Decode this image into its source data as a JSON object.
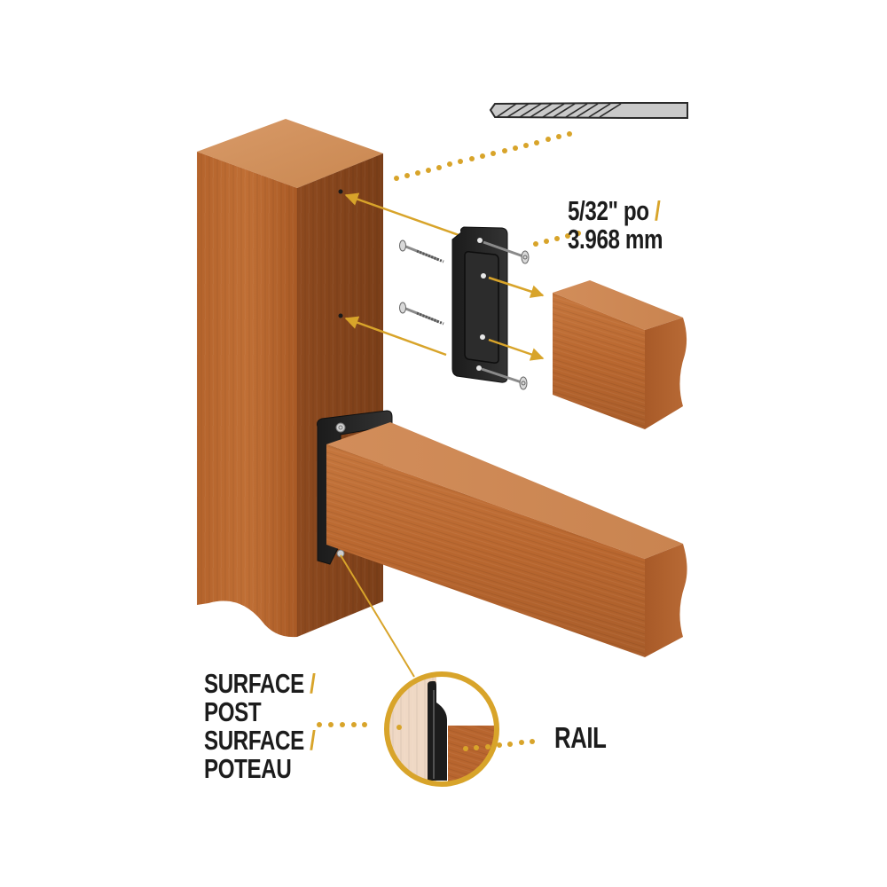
{
  "diagram": {
    "subject": "Rail-to-post surface mount bracket installation",
    "accent_color": "#d8a42a",
    "wood_color": "#b8652e",
    "bracket_color": "#262626",
    "components": [
      {
        "id": "drill-bit",
        "label": ""
      },
      {
        "id": "post",
        "label": ""
      },
      {
        "id": "bracket-exploded",
        "label": ""
      },
      {
        "id": "screws",
        "count": 4
      },
      {
        "id": "rail-end-block",
        "label": ""
      },
      {
        "id": "bracket-installed",
        "label": ""
      },
      {
        "id": "rail-installed",
        "label": ""
      },
      {
        "id": "detail-callout-circle",
        "label": ""
      }
    ]
  },
  "labels": {
    "drill_size": {
      "line1_text": "5/32\" po",
      "line1_slash": "/",
      "line2_text": "3.968 mm"
    },
    "surface": {
      "line1_text": "SURFACE",
      "line1_slash": "/",
      "line2_text": "POST",
      "line3_text": "SURFACE",
      "line3_slash": "/",
      "line4_text": "POTEAU"
    },
    "rail": {
      "text": "RAIL"
    }
  }
}
